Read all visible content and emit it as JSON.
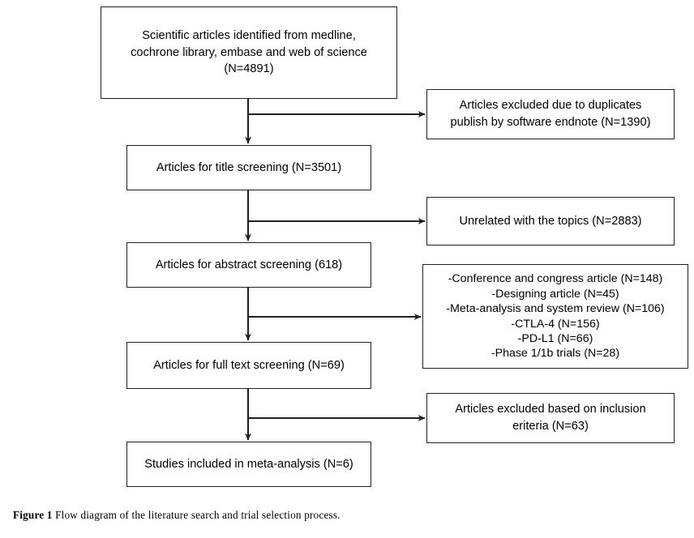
{
  "figure": {
    "caption_label": "Figure 1",
    "caption_text": " Flow diagram of the literature search and trial selection process."
  },
  "colors": {
    "stroke": "#231f20",
    "background": "#ffffff",
    "text": "#000000"
  },
  "flow": {
    "primary": [
      {
        "id": "source",
        "text": "Scientific articles identified from medline,\ncochrone library, embase and web of science\n(N=4891)"
      },
      {
        "id": "title",
        "text": "Articles for title screening (N=3501)"
      },
      {
        "id": "abstract",
        "text": "Articles for abstract screening (618)"
      },
      {
        "id": "fulltext",
        "text": "Articles for full text screening (N=69)"
      },
      {
        "id": "included",
        "text": "Studies included in meta-analysis (N=6)"
      }
    ],
    "exclusions": [
      {
        "id": "duplicates",
        "text": "Articles excluded due to duplicates\npublish by software endnote (N=1390)"
      },
      {
        "id": "unrelated",
        "text": "Unrelated with the topics (N=2883)"
      },
      {
        "id": "reasons",
        "text": "-Conference and congress article (N=148)\n-Designing article (N=45)\n-Meta-analysis and system review (N=106)\n-CTLA-4 (N=156)\n-PD-L1 (N=66)\n-Phase 1/1b trials (N=28)"
      },
      {
        "id": "excluded",
        "text": "Articles excluded based on inclusion\neriteria (N=63)"
      }
    ]
  }
}
